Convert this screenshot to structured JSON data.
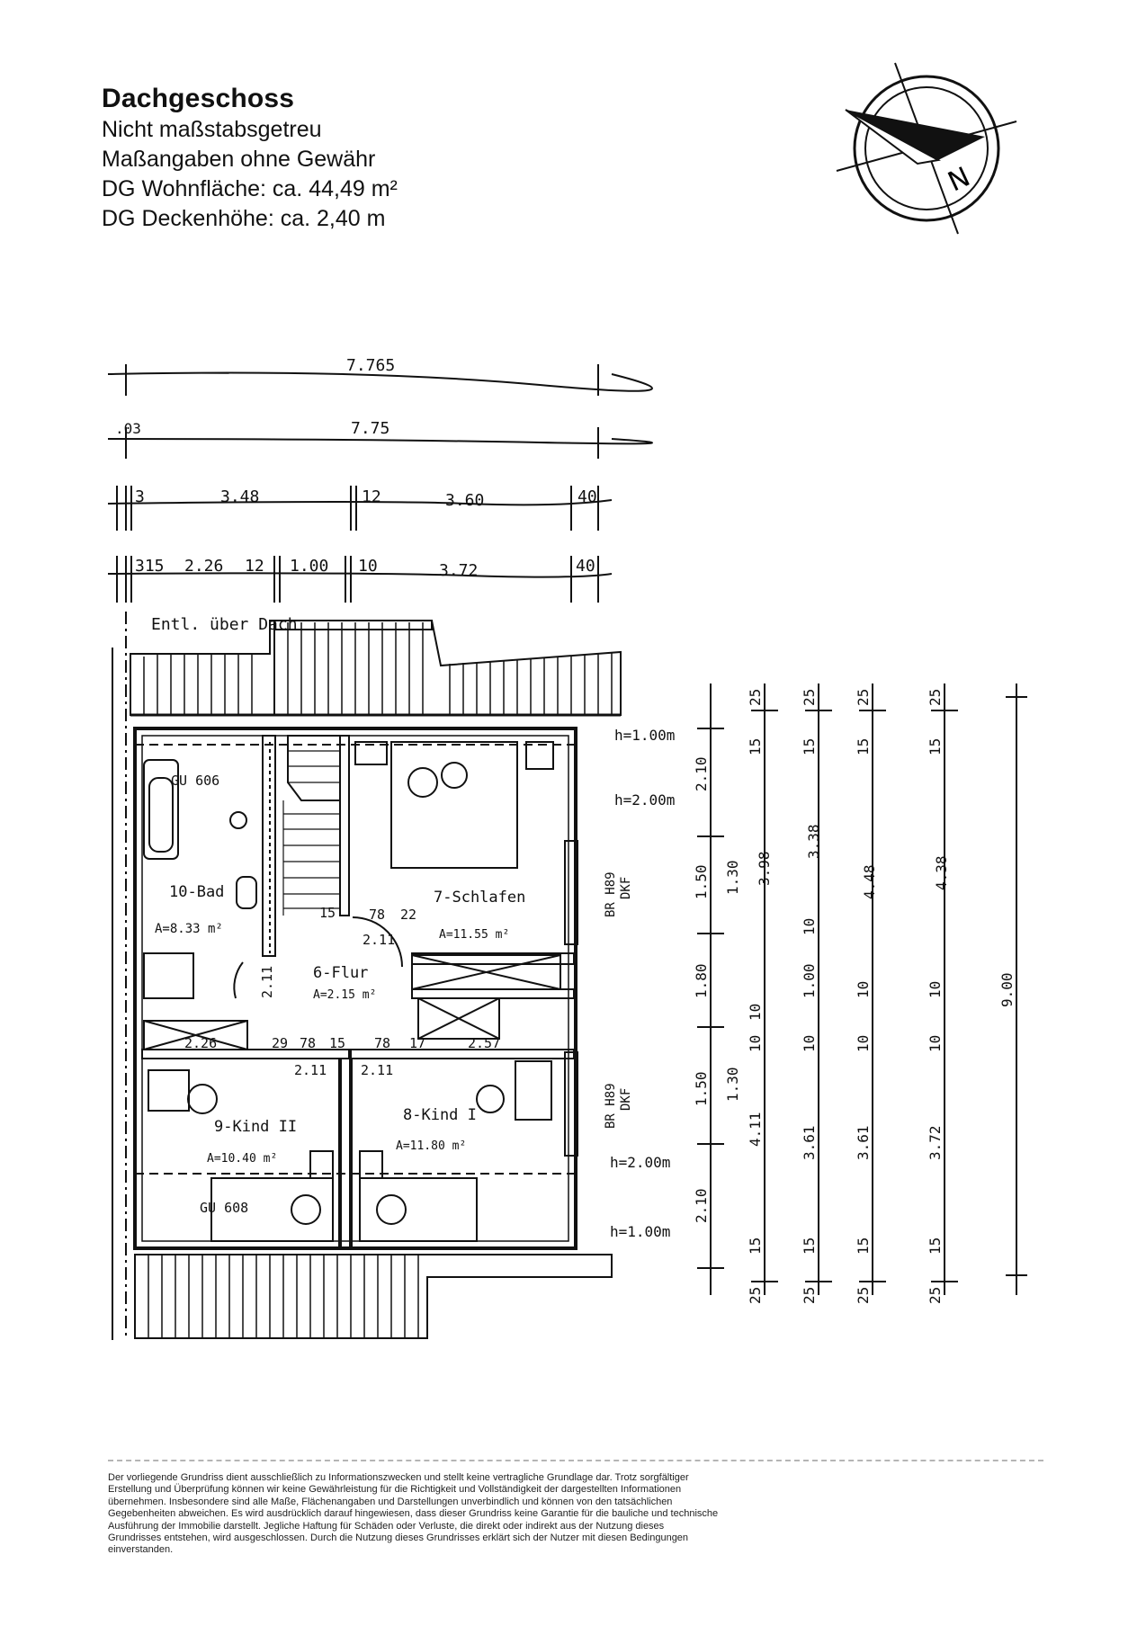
{
  "header": {
    "title": "Dachgeschoss",
    "lines": [
      "Nicht maßstabsgetreu",
      "Maßangaben ohne Gewähr",
      "DG Wohnfläche: ca. 44,49 m²",
      "DG Deckenhöhe: ca. 2,40 m"
    ]
  },
  "compass": {
    "north_label": "N"
  },
  "plan": {
    "top_dimensions": {
      "row1": "7.765",
      "row2_left": ".03",
      "row2": "7.75",
      "row3": [
        "3",
        "3.48",
        "12",
        "3.60",
        "40"
      ],
      "row4": [
        "315",
        "2.26",
        "12",
        "1.00",
        "10",
        "3.72",
        "40"
      ]
    },
    "annotation": "Entl. über Dach",
    "rooms": [
      {
        "name": "10-Bad",
        "area": "A=8.33 m²"
      },
      {
        "name": "7-Schlafen",
        "area": "A=11.55 m²"
      },
      {
        "name": "6-Flur",
        "area": "A=2.15 m²"
      },
      {
        "name": "9-Kind II",
        "area": "A=10.40 m²"
      },
      {
        "name": "8-Kind I",
        "area": "A=11.80 m²"
      }
    ],
    "fixtures": {
      "bath_window": "GU 606",
      "kid_window": "GU 608"
    },
    "heights": {
      "h1_top": "h=1.00m",
      "h2_top": "h=2.00m",
      "h2_bottom": "h=2.00m",
      "h1_bottom": "h=1.00m"
    },
    "windows": {
      "w1": "BR H89",
      "w1b": "DKF",
      "w2": "BR H89",
      "w2b": "DKF"
    },
    "inner_dims": {
      "d_15": "15",
      "d_78a": "78",
      "d_22": "22",
      "d_211a": "2.11",
      "d_211b": "2.11",
      "d_226": "2.26",
      "d_29": "29",
      "d_78b": "78",
      "d_15b": "15",
      "d_78c": "78",
      "d_17": "17",
      "d_257": "2.57",
      "d_211c": "2.11",
      "d_211d": "2.11"
    },
    "right_dims": {
      "col1": [
        "2.10",
        "1.50",
        "1.80",
        "1.50",
        "2.10"
      ],
      "col2": [
        "1.30",
        "1.30"
      ],
      "col3": [
        "25",
        "15",
        "3.98",
        "10",
        "10",
        "4.11",
        "15",
        "25"
      ],
      "col4": [
        "25",
        "15",
        "3.38",
        "10",
        "1.00",
        "10",
        "3.61",
        "15",
        "25"
      ],
      "col5": [
        "25",
        "15",
        "4.48",
        "10",
        "10",
        "3.61",
        "15",
        "25"
      ],
      "col6": [
        "25",
        "15",
        "4.38",
        "10",
        "10",
        "3.72",
        "15",
        "25"
      ],
      "total": "9.00"
    }
  },
  "disclaimer": "Der vorliegende Grundriss dient ausschließlich zu Informationszwecken und stellt keine vertragliche Grundlage dar. Trotz sorgfältiger Erstellung und Überprüfung können wir keine Gewährleistung für die Richtigkeit und Vollständigkeit der dargestellten Informationen übernehmen. Insbesondere sind alle Maße, Flächenangaben und Darstellungen unverbindlich und können von den tatsächlichen Gegebenheiten abweichen. Es wird ausdrücklich darauf hingewiesen, dass dieser Grundriss keine Garantie für die bauliche und technische Ausführung der Immobilie darstellt. Jegliche Haftung für Schäden oder Verluste, die direkt oder indirekt aus der Nutzung dieses Grundrisses entstehen, wird ausgeschlossen. Durch die Nutzung dieses Grundrisses erklärt sich der Nutzer mit diesen Bedingungen einverstanden."
}
